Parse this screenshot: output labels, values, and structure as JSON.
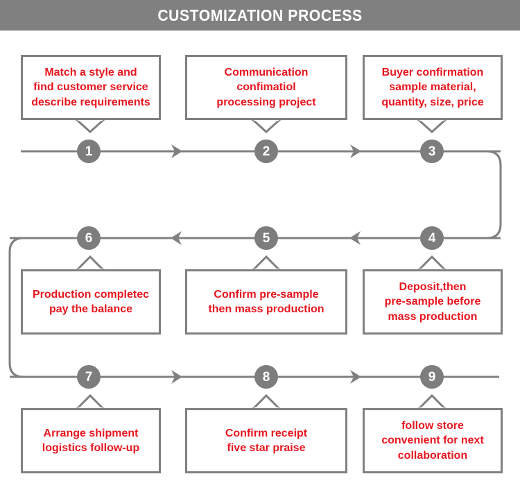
{
  "header": {
    "title": "CUSTOMIZATION PROCESS",
    "background_color": "#808080",
    "text_color": "#ffffff"
  },
  "theme": {
    "line_color": "#808080",
    "circle_color": "#7d7d7d",
    "box_border_color": "#808080",
    "box_text_color": "#e8161f",
    "background_color": "#ffffff"
  },
  "chart_data": {
    "type": "diagram",
    "title": "CUSTOMIZATION PROCESS",
    "layout": "serpentine 3x3 flow, row1 left-to-right, row2 right-to-left, row3 left-to-right",
    "steps": [
      {
        "number": "1",
        "row": 1,
        "column": 1,
        "text": "Match a style and\nfind customer service\ndescribe requirements",
        "box_position": "above"
      },
      {
        "number": "2",
        "row": 1,
        "column": 2,
        "text": "Communication\nconfimatiol\nprocessing project",
        "box_position": "above"
      },
      {
        "number": "3",
        "row": 1,
        "column": 3,
        "text": "Buyer confirmation\nsample material,\nquantity, size, price",
        "box_position": "above"
      },
      {
        "number": "4",
        "row": 2,
        "column": 3,
        "text": "Deposit,then\npre-sample before\nmass production",
        "box_position": "below"
      },
      {
        "number": "5",
        "row": 2,
        "column": 2,
        "text": "Confirm pre-sample\nthen mass production",
        "box_position": "below"
      },
      {
        "number": "6",
        "row": 2,
        "column": 1,
        "text": "Production completec\npay the balance",
        "box_position": "below"
      },
      {
        "number": "7",
        "row": 3,
        "column": 1,
        "text": "Arrange shipment\nlogistics follow-up",
        "box_position": "below"
      },
      {
        "number": "8",
        "row": 3,
        "column": 2,
        "text": "Confirm receipt\nfive star praise",
        "box_position": "below"
      },
      {
        "number": "9",
        "row": 3,
        "column": 3,
        "text": "follow store\nconvenient for next\ncollaboration",
        "box_position": "below"
      }
    ],
    "arrows": [
      {
        "from": "1",
        "to": "2",
        "direction": "right"
      },
      {
        "from": "2",
        "to": "3",
        "direction": "right"
      },
      {
        "from": "3",
        "to": "4",
        "direction": "down-right-wrap"
      },
      {
        "from": "4",
        "to": "5",
        "direction": "left"
      },
      {
        "from": "5",
        "to": "6",
        "direction": "left"
      },
      {
        "from": "6",
        "to": "7",
        "direction": "down-left-wrap"
      },
      {
        "from": "7",
        "to": "8",
        "direction": "right"
      },
      {
        "from": "8",
        "to": "9",
        "direction": "right"
      }
    ]
  }
}
